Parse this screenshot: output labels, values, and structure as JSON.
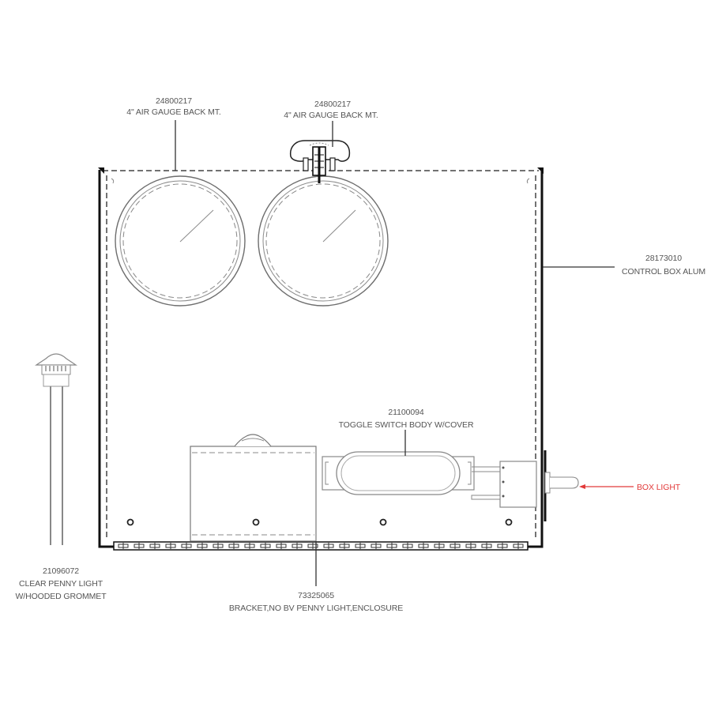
{
  "diagram": {
    "type": "parts-callout-drawing",
    "subject": "Control box assembly",
    "colors": {
      "outline": "#111111",
      "part_lines": "#8a8a8a",
      "label_text": "#555555",
      "highlight": "#e23a3a"
    },
    "callouts": [
      {
        "id": "gauge-left",
        "part_number": "24800217",
        "description": "4\" AIR GAUGE BACK MT."
      },
      {
        "id": "gauge-right",
        "part_number": "24800217",
        "description": "4\" AIR GAUGE BACK MT."
      },
      {
        "id": "control-box",
        "part_number": "28173010",
        "description": "CONTROL BOX ALUM"
      },
      {
        "id": "toggle-switch",
        "part_number": "21100094",
        "description": "TOGGLE SWITCH BODY W/COVER"
      },
      {
        "id": "penny-light",
        "part_number": "21096072",
        "description_lines": [
          "CLEAR PENNY LIGHT",
          "W/HOODED GROMMET"
        ]
      },
      {
        "id": "bracket",
        "part_number": "73325065",
        "description": "BRACKET,NO BV PENNY LIGHT,ENCLOSURE"
      },
      {
        "id": "box-light",
        "description": "BOX LIGHT",
        "highlighted": true
      }
    ]
  }
}
